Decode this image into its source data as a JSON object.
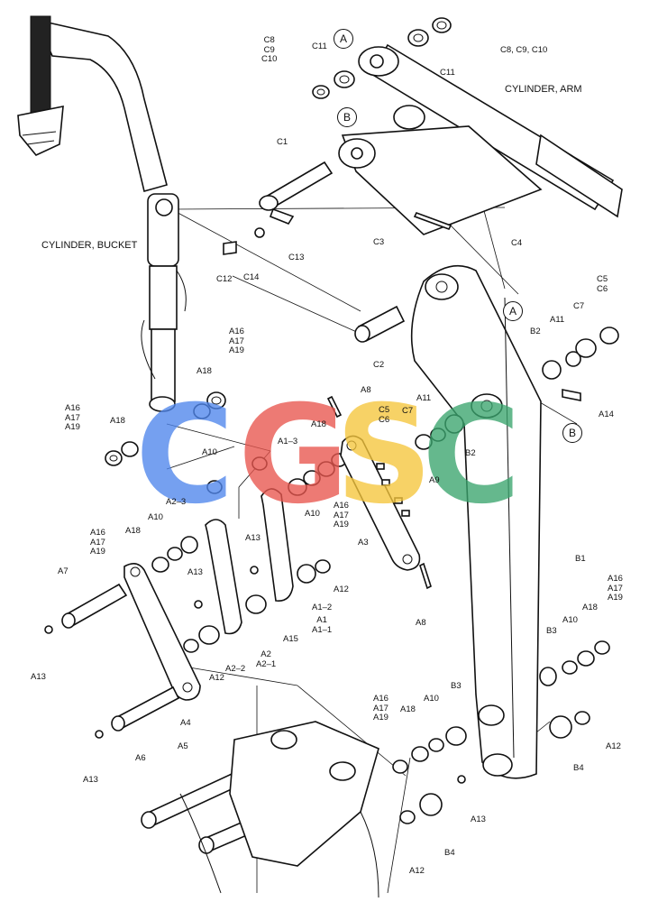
{
  "diagram": {
    "titles": {
      "cylinder_arm": "CYLINDER, ARM",
      "cylinder_bucket": "CYLINDER, BUCKET"
    },
    "callouts": {
      "a": "A",
      "b": "B"
    },
    "watermark": {
      "letters": [
        "C",
        "G",
        "S",
        "C"
      ],
      "colors": [
        "#4f86ec",
        "#e8564e",
        "#f6c63c",
        "#3aa56e"
      ]
    },
    "labels": [
      {
        "id": "c8-c9-c10-left",
        "text": "C8\nC9\nC10"
      },
      {
        "id": "c11-left",
        "text": "C11"
      },
      {
        "id": "c11-right",
        "text": "C11"
      },
      {
        "id": "c8-c9-c10-right",
        "text": "C8, C9, C10"
      },
      {
        "id": "c1",
        "text": "C1"
      },
      {
        "id": "c13",
        "text": "C13"
      },
      {
        "id": "c12",
        "text": "C12"
      },
      {
        "id": "c14",
        "text": "C14"
      },
      {
        "id": "c3",
        "text": "C3"
      },
      {
        "id": "c4",
        "text": "C4"
      },
      {
        "id": "c5-c6-top",
        "text": "C5\nC6"
      },
      {
        "id": "c7-top",
        "text": "C7"
      },
      {
        "id": "c2",
        "text": "C2"
      },
      {
        "id": "b2-top",
        "text": "B2"
      },
      {
        "id": "a11-top",
        "text": "A11"
      },
      {
        "id": "a14",
        "text": "A14"
      },
      {
        "id": "a8-top",
        "text": "A8"
      },
      {
        "id": "c5-c6-mid",
        "text": "C5\nC6"
      },
      {
        "id": "c7-mid",
        "text": "C7"
      },
      {
        "id": "a11-mid",
        "text": "A11"
      },
      {
        "id": "b2-mid",
        "text": "B2"
      },
      {
        "id": "a16-17-19-upper",
        "text": "A16\nA17\nA19"
      },
      {
        "id": "a18-upper",
        "text": "A18"
      },
      {
        "id": "a16-17-19-left",
        "text": "A16\nA17\nA19"
      },
      {
        "id": "a18-left",
        "text": "A18"
      },
      {
        "id": "a10-mid",
        "text": "A10"
      },
      {
        "id": "a1-3",
        "text": "A1–3"
      },
      {
        "id": "a18-center",
        "text": "A18"
      },
      {
        "id": "a10-center",
        "text": "A10"
      },
      {
        "id": "a16-17-19-center",
        "text": "A16\nA17\nA19"
      },
      {
        "id": "a9",
        "text": "A9"
      },
      {
        "id": "a3",
        "text": "A3"
      },
      {
        "id": "a2-3",
        "text": "A2–3"
      },
      {
        "id": "a10-left",
        "text": "A10"
      },
      {
        "id": "a18-left2",
        "text": "A18"
      },
      {
        "id": "a16-17-19-left2",
        "text": "A16\nA17\nA19"
      },
      {
        "id": "a7",
        "text": "A7"
      },
      {
        "id": "a13-upper",
        "text": "A13"
      },
      {
        "id": "a13-mid",
        "text": "A13"
      },
      {
        "id": "a12-mid",
        "text": "A12"
      },
      {
        "id": "a1-2",
        "text": "A1–2"
      },
      {
        "id": "a1-a1-1",
        "text": "A1\nA1–1"
      },
      {
        "id": "a15",
        "text": "A15"
      },
      {
        "id": "a2-a2-1",
        "text": "A2\nA2–1"
      },
      {
        "id": "a2-2",
        "text": "A2–2"
      },
      {
        "id": "a12-left",
        "text": "A12"
      },
      {
        "id": "a13-left",
        "text": "A13"
      },
      {
        "id": "a8-bottom",
        "text": "A8"
      },
      {
        "id": "b1",
        "text": "B1"
      },
      {
        "id": "a4",
        "text": "A4"
      },
      {
        "id": "a6",
        "text": "A6"
      },
      {
        "id": "a13-lower",
        "text": "A13"
      },
      {
        "id": "a5",
        "text": "A5"
      },
      {
        "id": "b3-right",
        "text": "B3"
      },
      {
        "id": "a10-right",
        "text": "A10"
      },
      {
        "id": "a18-right",
        "text": "A18"
      },
      {
        "id": "a16-17-19-right",
        "text": "A16\nA17\nA19"
      },
      {
        "id": "a16-17-19-lower",
        "text": "A16\nA17\nA19"
      },
      {
        "id": "a18-lower",
        "text": "A18"
      },
      {
        "id": "a10-lower",
        "text": "A10"
      },
      {
        "id": "b3-lower",
        "text": "B3"
      },
      {
        "id": "a12-right",
        "text": "A12"
      },
      {
        "id": "b4-right",
        "text": "B4"
      },
      {
        "id": "a13-bottom",
        "text": "A13"
      },
      {
        "id": "b4-bottom",
        "text": "B4"
      },
      {
        "id": "a12-bottom",
        "text": "A12"
      }
    ]
  }
}
